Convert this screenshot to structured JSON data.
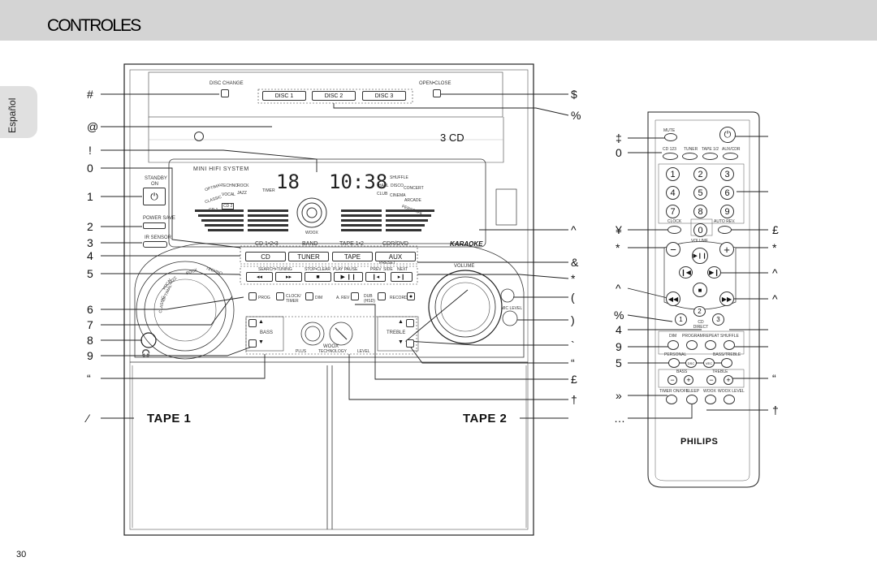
{
  "header": {
    "title": "CONTROLES"
  },
  "side_tab": {
    "label": "Español"
  },
  "page_number": "30",
  "unit": {
    "disc_change": "DISC CHANGE",
    "open_close": "OPEN•CLOSE",
    "disc1": "DISC 1",
    "disc2": "DISC 2",
    "disc3": "DISC 3",
    "cd_logo": "3 CD",
    "mini_hifi": "MINI HIFI SYSTEM",
    "standby": "STANDBY",
    "on": "ON",
    "power_save": "POWER SAVE",
    "ir_sensor": "IR SENSOR",
    "display_num": "18",
    "display_time": "10:38",
    "display_words": [
      "OPTIMAL",
      "TECHNO",
      "ROCK",
      "CLASSIC",
      "VOCAL",
      "JAZZ",
      "HALL",
      "DISCO",
      "CONCERT",
      "CLUB",
      "CINEMA",
      "ARCADE",
      "SHUFFLE",
      "PERSONAL",
      "TIMER",
      "CD 1",
      "CD 2",
      "WOOX"
    ],
    "src_labels": [
      "CD 1•2•3",
      "BAND",
      "TAPE 1•2",
      "CDR/DVD"
    ],
    "src_buttons": [
      "CD",
      "TUNER",
      "TAPE",
      "AUX"
    ],
    "tr_labels": [
      "SEARCH•TUNING",
      "STOP•CLEAR",
      "PLAY PAUSE",
      "PREV",
      "SIDE",
      "NEXT"
    ],
    "preset": "PRESET",
    "karaoke": "KARAOKE",
    "volume": "VOLUME",
    "prog": "PROG",
    "clock_timer": "CLOCK/ TIMER",
    "dim": "DIM",
    "a_rev": "A. REV",
    "dub": "DUB (HSD)",
    "record": "RECORD",
    "mic_level": "MIC LEVEL",
    "bass": "BASS",
    "treble": "TREBLE",
    "woox": "WOOX",
    "plus": "PLUS",
    "technology": "TECHNOLOGY",
    "level": "LEVEL",
    "dial_words": [
      "OPTIMAL",
      "JAZZ",
      "ROCK",
      "TECHNO",
      "CLASSIC",
      "VOCAL"
    ],
    "tape1": "TAPE 1",
    "tape2": "TAPE 2"
  },
  "callouts_left": [
    "#",
    "@",
    "!",
    "0",
    "1",
    "2",
    "3",
    "4",
    "5",
    "6",
    "7",
    "8",
    "9",
    "“",
    "⁄"
  ],
  "callouts_right": [
    "$",
    "%",
    "^",
    "&",
    "*",
    "(",
    ")",
    "`",
    "“",
    "£",
    "†"
  ],
  "remote": {
    "mute": "MUTE",
    "src": [
      "CD 123",
      "TUNER",
      "TAPE 1/2",
      "AUX/CDR"
    ],
    "digits": [
      "1",
      "2",
      "3",
      "4",
      "5",
      "6",
      "7",
      "8",
      "9",
      "0"
    ],
    "clock": "CLOCK",
    "auto_rev": "AUTO REV.",
    "volume": "VOLUME",
    "cd_direct": "CD DIRECT",
    "row1": [
      "DIM",
      "PROGRAM",
      "REPEAT",
      "SHUFFLE"
    ],
    "personal": "PERSONAL",
    "bass_treble": "BASS/TREBLE",
    "dsc": "DSC",
    "vec": "VEC",
    "bass": "BASS",
    "treble": "TREBLE",
    "row_bottom": [
      "TIMER ON/OFF",
      "SLEEP",
      "WOOX",
      "WOOX LEVEL"
    ],
    "brand": "PHILIPS",
    "callouts_left": [
      "‡",
      "0",
      "¥",
      "*",
      "^",
      "%",
      "4",
      "9",
      "5",
      "»",
      "…"
    ],
    "callouts_right": [
      "£",
      "*",
      "^",
      "^",
      "“",
      "†"
    ],
    "cd_digits": [
      "1",
      "2",
      "3"
    ]
  }
}
